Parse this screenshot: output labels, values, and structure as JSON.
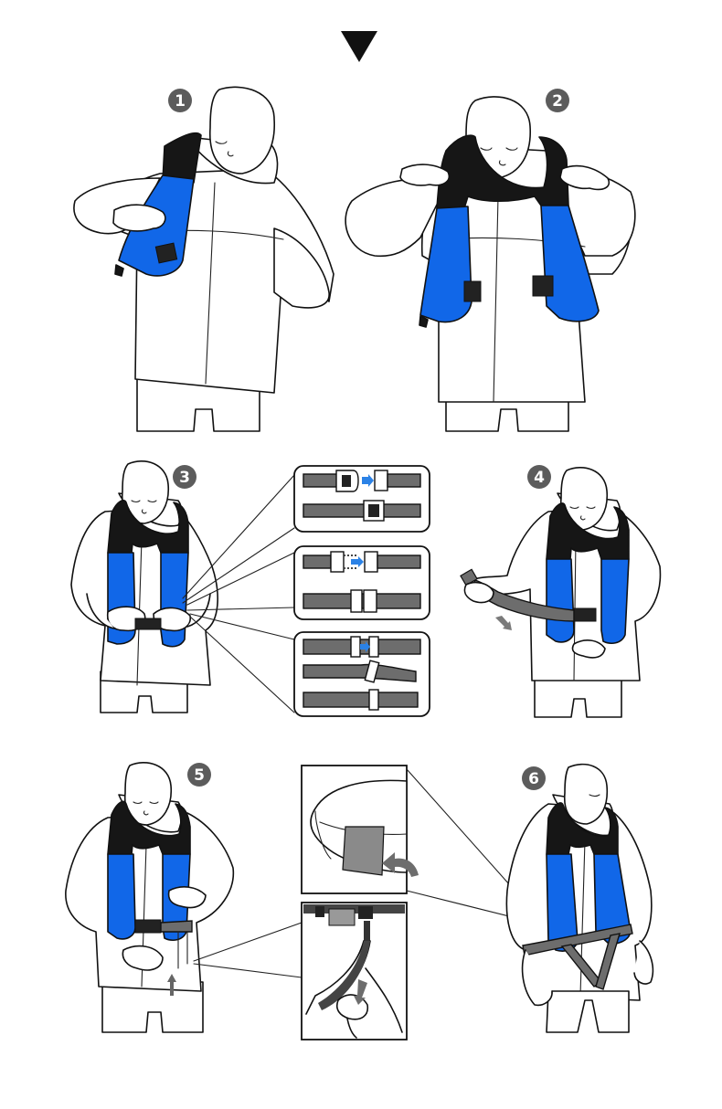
{
  "steps": [
    {
      "label": "1"
    },
    {
      "label": "2"
    },
    {
      "label": "3"
    },
    {
      "label": "4"
    },
    {
      "label": "5"
    },
    {
      "label": "6"
    }
  ],
  "colors": {
    "vest_blue": "#1167e8",
    "collar_black": "#161616",
    "strap_gray": "#6d6d6d",
    "badge_gray": "#5c5c5c",
    "arrow_blue": "#2b82e6"
  },
  "icons": {
    "top_indicator": "down-triangle-icon"
  }
}
